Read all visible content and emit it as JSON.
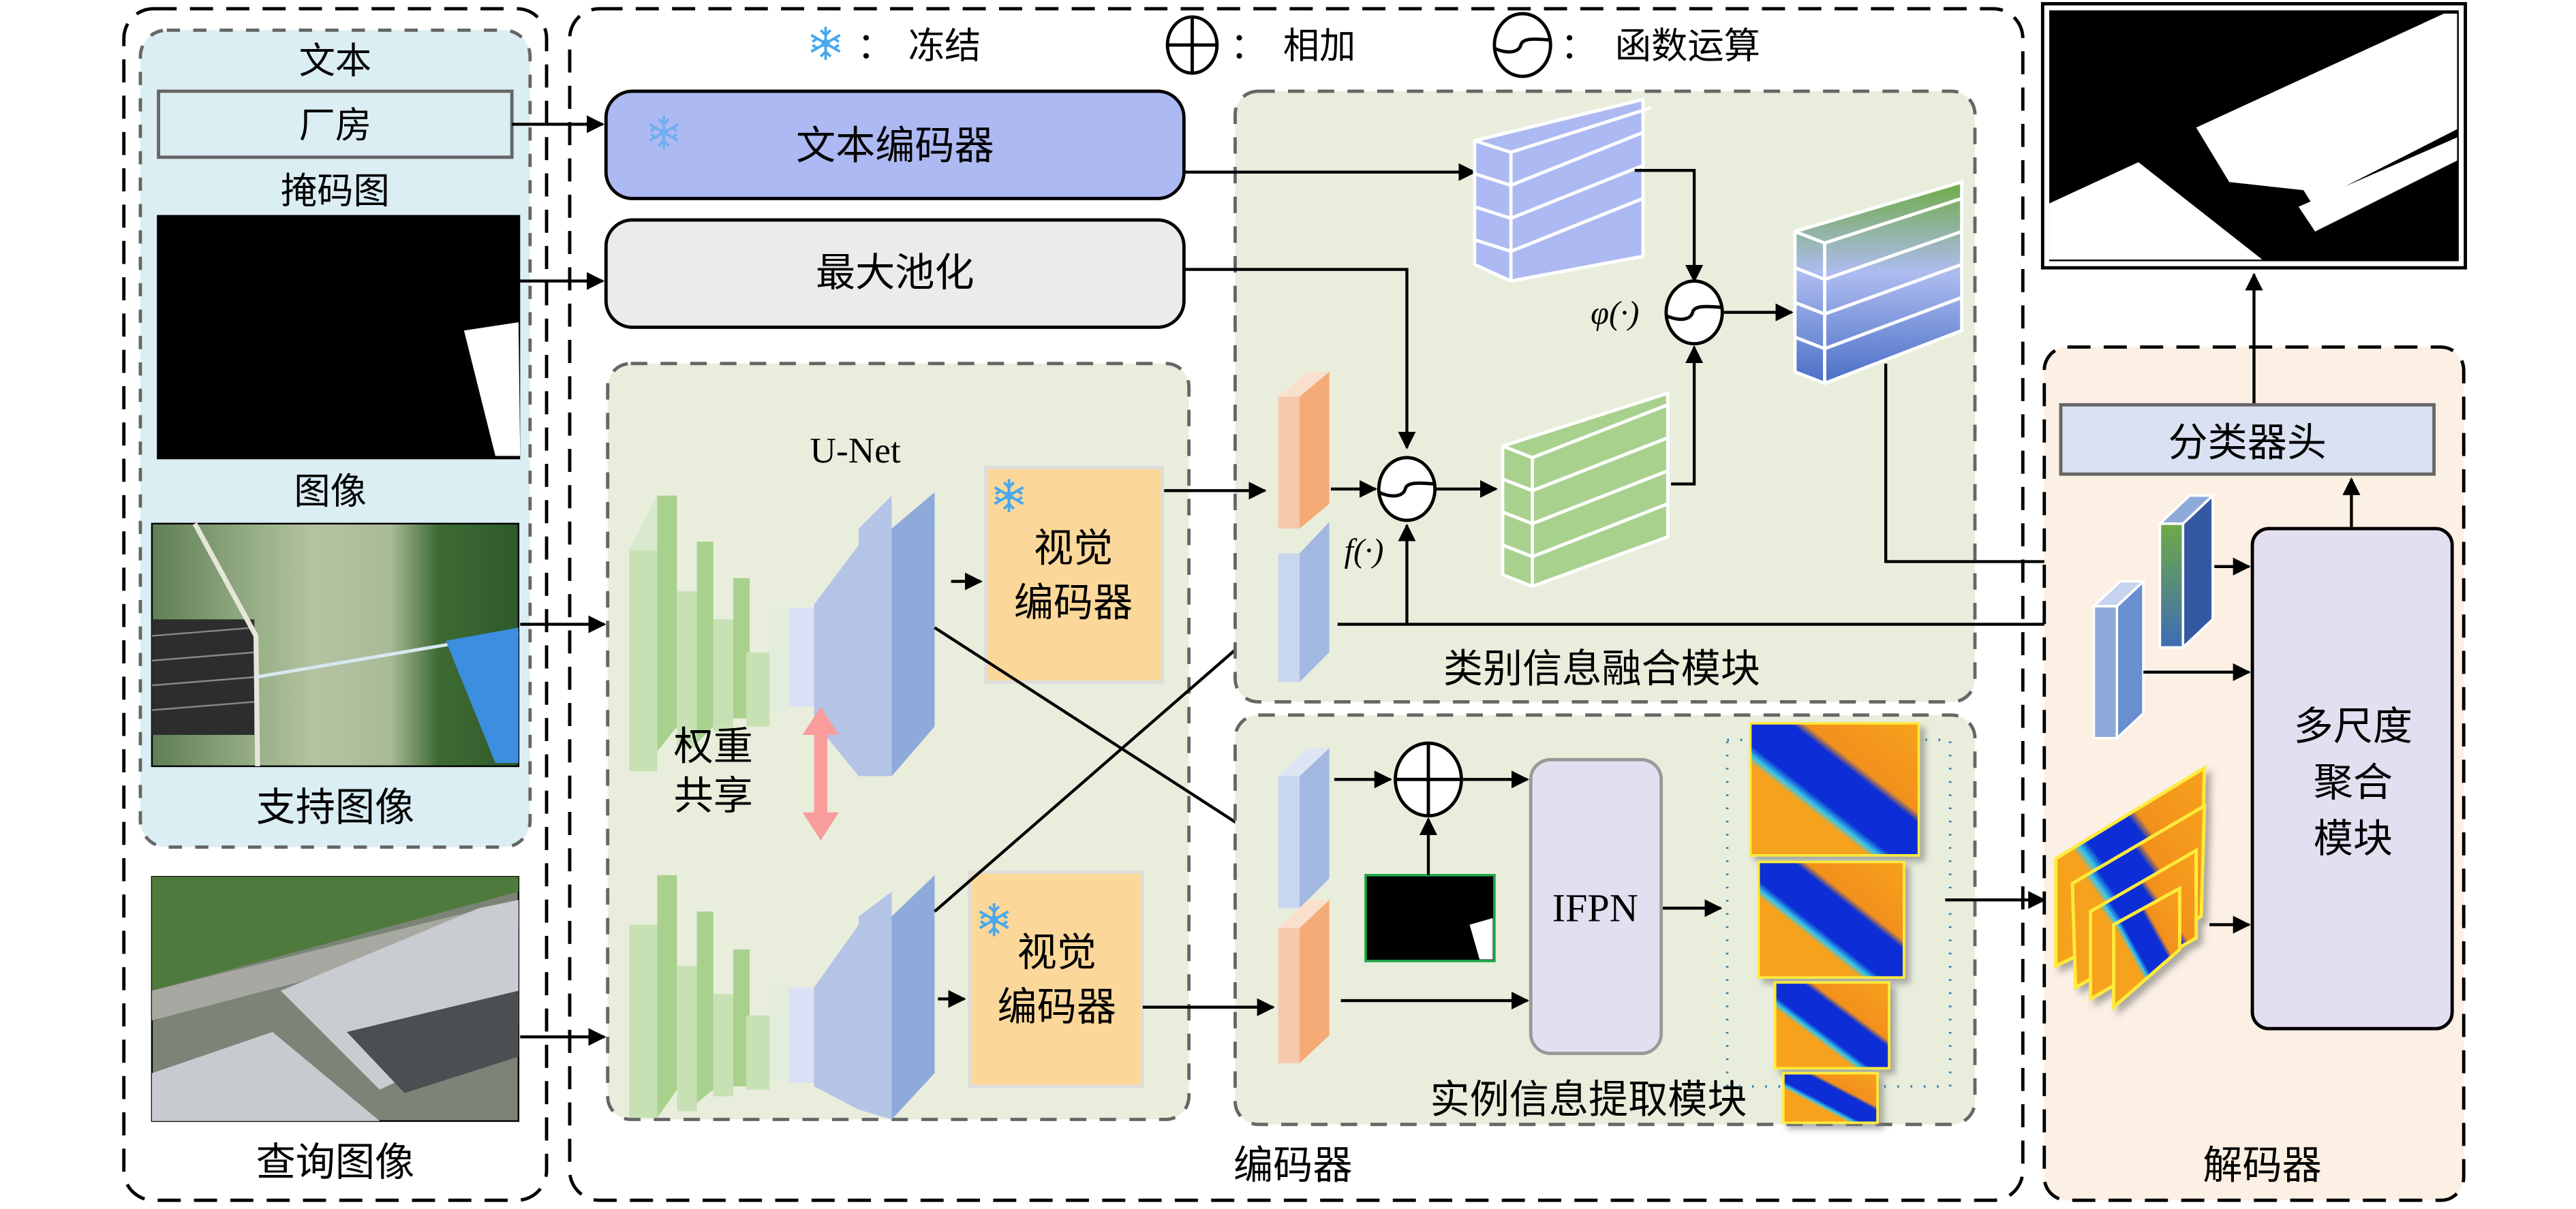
{
  "legend": {
    "freeze_label": "冻结",
    "add_label": "相加",
    "function_label": "函数运算",
    "separator": "："
  },
  "input_panel": {
    "text_title": "文本",
    "text_value": "厂房",
    "mask_title": "掩码图",
    "image_title": "图像",
    "support_label": "支持图像",
    "query_label": "查询图像"
  },
  "encoder": {
    "label": "编码器",
    "text_encoder": "文本编码器",
    "max_pool": "最大池化",
    "unet_label": "U-Net",
    "visual_encoder_line1": "视觉",
    "visual_encoder_line2": "编码器",
    "weight_share_line1": "权重",
    "weight_share_line2": "共享",
    "fusion_module": "类别信息融合模块",
    "instance_module": "实例信息提取模块",
    "ifpn": "IFPN",
    "phi": "φ(·)",
    "f_func": "f(·)"
  },
  "decoder": {
    "label": "解码器",
    "classifier_head": "分类器头",
    "msa_line1": "多尺度",
    "msa_line2": "聚合",
    "msa_line3": "模块"
  },
  "colors": {
    "text_encoder_fill": "#adb9f2",
    "max_pool_fill": "#ebebeb",
    "input_panel_fill": "#dbeef4",
    "module_fill": "#e9eedc",
    "visual_encoder_fill": "#fbd89a",
    "ifpn_fill": "#e4dff0",
    "decoder_fill": "#fcefe3",
    "classifier_fill": "#dae1f3",
    "snowflake": "#4aa8ec",
    "weight_share_arrow": "#f89c9c"
  }
}
